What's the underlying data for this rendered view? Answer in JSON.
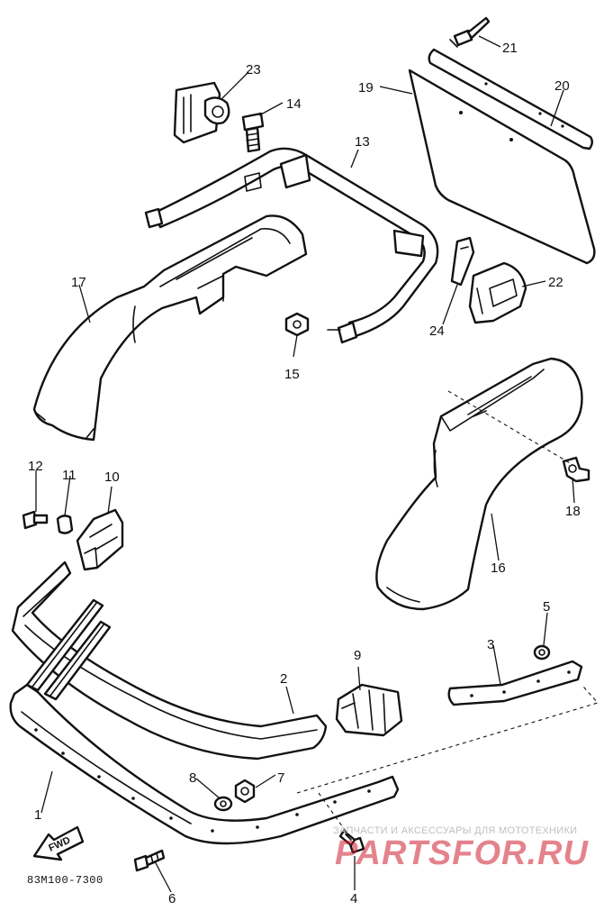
{
  "diagram": {
    "reference_code": "83M100-7300",
    "fwd_label": "FWD",
    "watermark": {
      "tagline": "ЗАПЧАСТИ И АКСЕССУАРЫ ДЛЯ МОТОТЕХНИКИ",
      "logo": "PARTSFOR.RU",
      "color": "#cd1e2d"
    },
    "callouts": [
      "1",
      "2",
      "3",
      "4",
      "5",
      "6",
      "7",
      "8",
      "9",
      "10",
      "11",
      "12",
      "13",
      "14",
      "15",
      "16",
      "17",
      "18",
      "19",
      "20",
      "21",
      "22",
      "23",
      "24"
    ]
  }
}
